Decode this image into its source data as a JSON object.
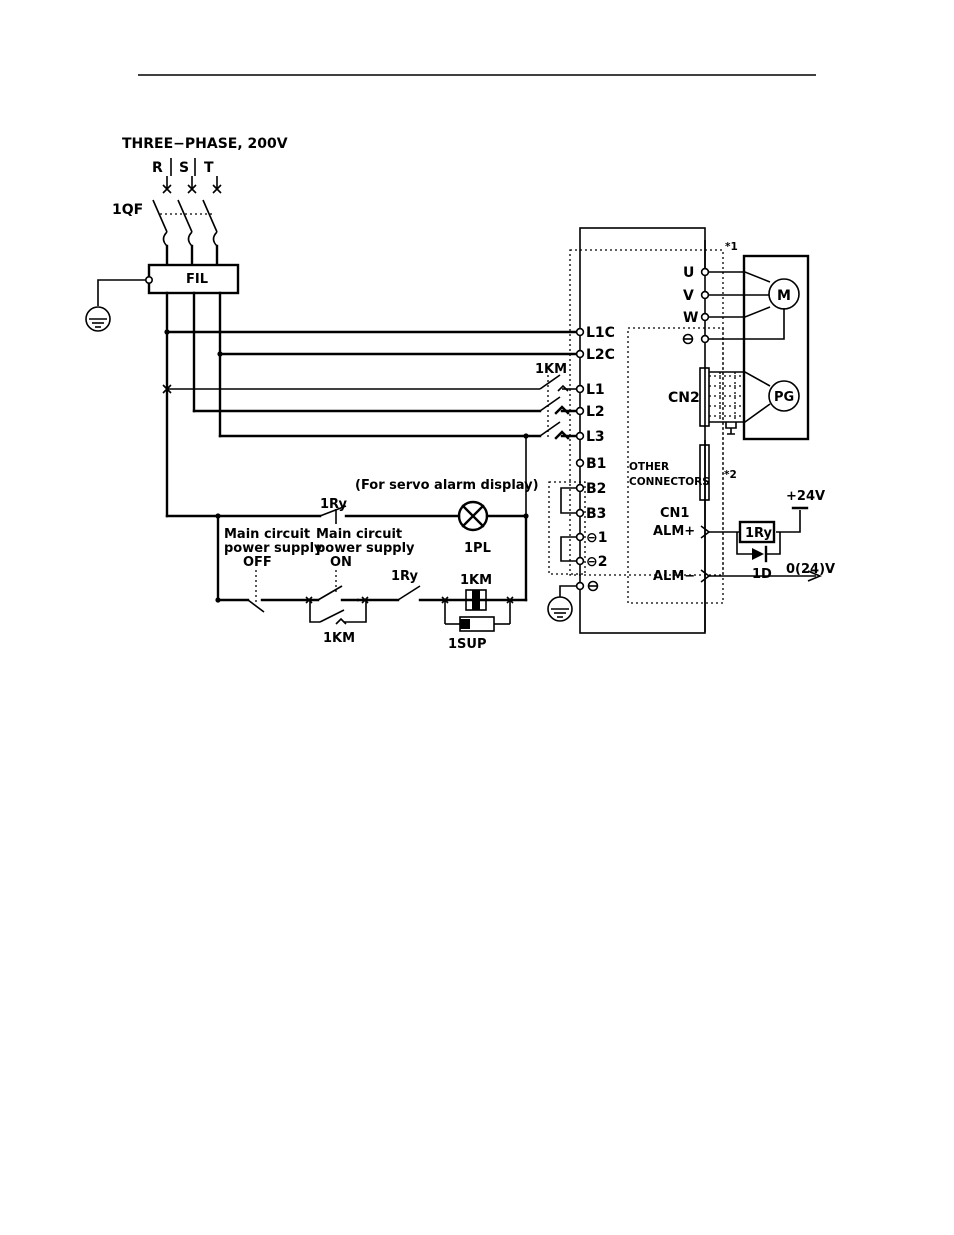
{
  "supply": {
    "title": "THREE−PHASE, 200V",
    "phase_r": "R",
    "phase_s": "S",
    "phase_t": "T"
  },
  "labels": {
    "breaker": "1QF",
    "filter": "FIL",
    "contactor": "1KM",
    "contactor_coil": "1KM",
    "contactor_aux": "1KM",
    "surge_suppressor": "1SUP",
    "relay": "1Ry",
    "relay_contact": "1Ry",
    "relay_coil": "1Ry",
    "lamp": "1PL",
    "alarm_note": "(For servo alarm display)",
    "off_line1": "Main circuit",
    "off_line2": "power supply",
    "off_state": "OFF",
    "on_line1": "Main circuit",
    "on_line2": "power supply",
    "on_state": "ON",
    "diode": "1D",
    "plus24": "+24V",
    "zero24": "0(24)V",
    "note1": "*1",
    "note2": "*2"
  },
  "servo_pack": {
    "terminals_left": [
      "L1C",
      "L2C",
      "L1",
      "L2",
      "L3",
      "B1",
      "B2",
      "B3",
      "⊖1",
      "⊖2"
    ],
    "terminals_right": [
      "U",
      "V",
      "W"
    ],
    "cn2": "CN2",
    "other_line1": "OTHER",
    "other_line2": "CONNECTORS",
    "cn1": "CN1",
    "alm_plus": "ALM+",
    "alm_minus": "ALM−"
  },
  "motor": {
    "motor_label": "M",
    "encoder_label": "PG"
  }
}
